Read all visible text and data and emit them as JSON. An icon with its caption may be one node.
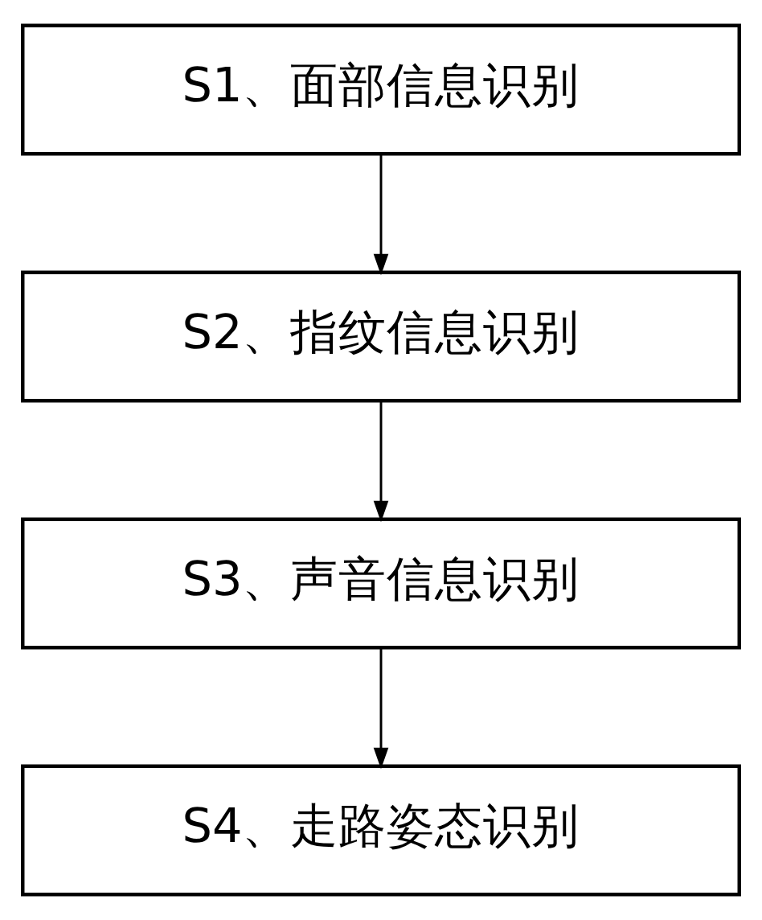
{
  "diagram": {
    "nodes": [
      {
        "text": [
          "S1、面部信息识别"
        ]
      },
      {
        "text": [
          "S2、指纹信息识别"
        ]
      },
      {
        "text": [
          "S3、声音信息识别"
        ]
      },
      {
        "text": [
          "S4、走路姿态识别"
        ]
      }
    ],
    "edges": [
      {
        "from": 0,
        "to": 1,
        "arrow": "to"
      },
      {
        "from": 1,
        "to": 2,
        "arrow": "to"
      },
      {
        "from": 2,
        "to": 3,
        "arrow": "to"
      }
    ]
  }
}
